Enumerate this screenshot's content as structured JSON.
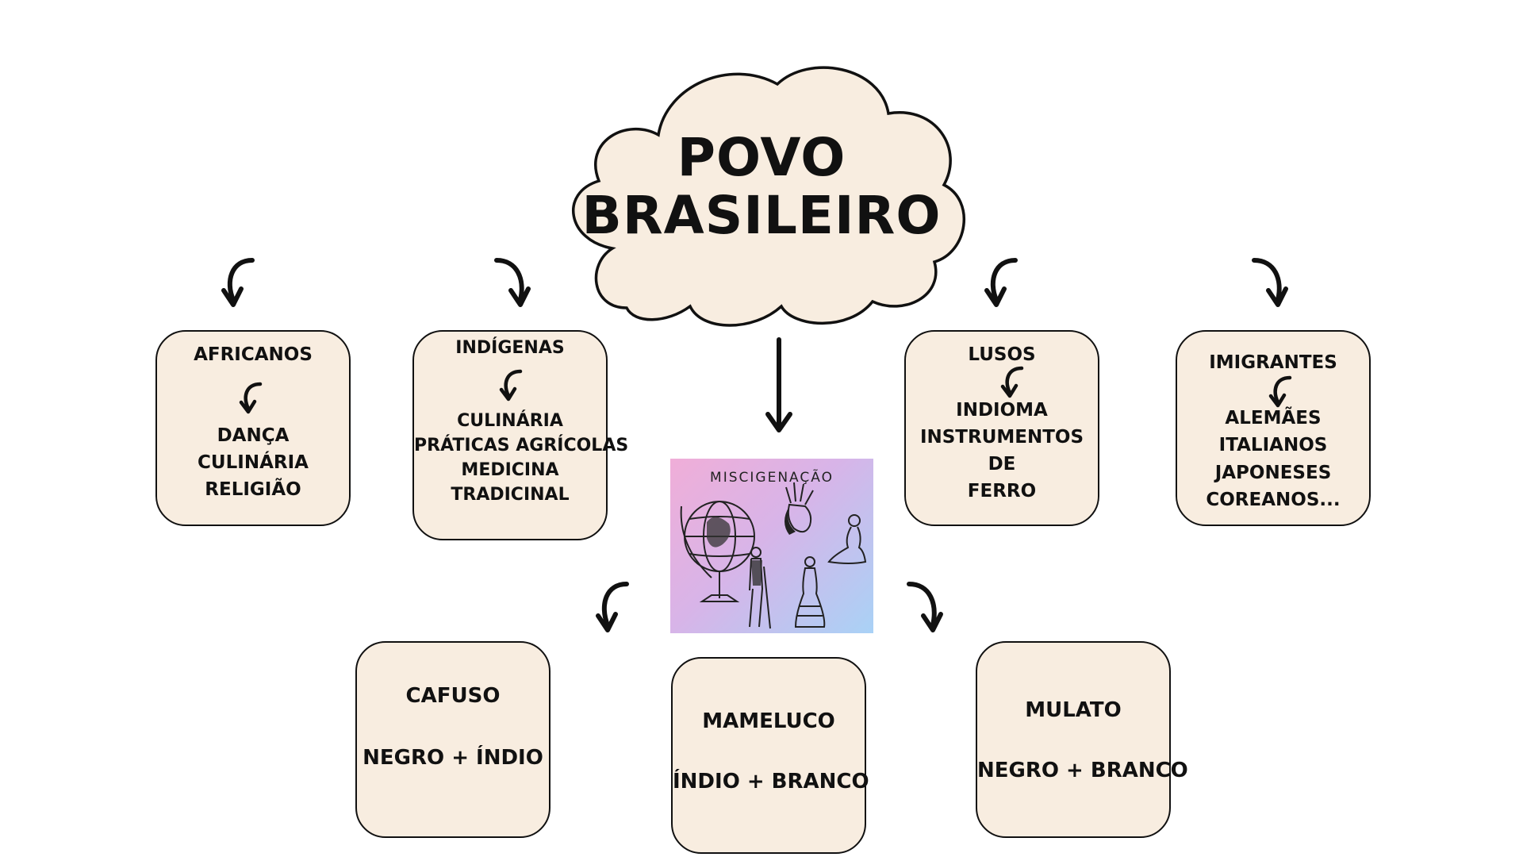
{
  "title": {
    "line1": "POVO",
    "line2": "BRASILEIRO"
  },
  "groups": [
    {
      "name": "AFRICANOS",
      "items": [
        "DANÇA",
        "CULINÁRIA",
        "RELIGIÃO"
      ]
    },
    {
      "name": "INDÍGENAS",
      "items": [
        "CULINÁRIA",
        "PRÁTICAS AGRÍCOLAS",
        "MEDICINA",
        "TRADICINAL"
      ]
    },
    {
      "name": "LUSOS",
      "items": [
        "INDIOMA",
        "INSTRUMENTOS",
        "DE",
        "FERRO"
      ]
    },
    {
      "name": "IMIGRANTES",
      "items": [
        "ALEMÃES",
        "ITALIANOS",
        "JAPONESES",
        "COREANOS..."
      ]
    }
  ],
  "miscigenacao": {
    "label": "MISCIGENAÇÃO"
  },
  "mixes": [
    {
      "name": "CAFUSO",
      "formula": "NEGRO + ÍNDIO"
    },
    {
      "name": "MAMELUCO",
      "formula": "ÍNDIO + BRANCO"
    },
    {
      "name": "MULATO",
      "formula": "NEGRO + BRANCO"
    }
  ],
  "colors": {
    "box_fill": "#f8ede0",
    "outline": "#111111",
    "photo_gradient": [
      "#f0aed8",
      "#d8b4e8",
      "#a9d2f6"
    ]
  }
}
